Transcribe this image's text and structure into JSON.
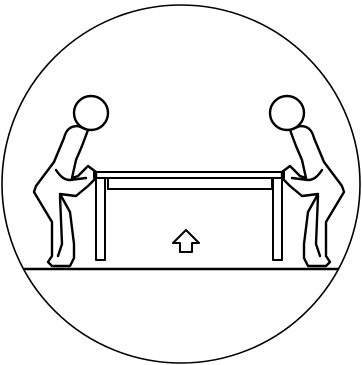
{
  "illustration": {
    "subject": "two-person-lift-instruction",
    "figures": [
      "person-left",
      "person-right"
    ],
    "object": "table",
    "direction": "up",
    "icons": [
      "lift-up-arrow-icon"
    ],
    "colors": {
      "line": "#000000",
      "background": "#ffffff"
    }
  }
}
